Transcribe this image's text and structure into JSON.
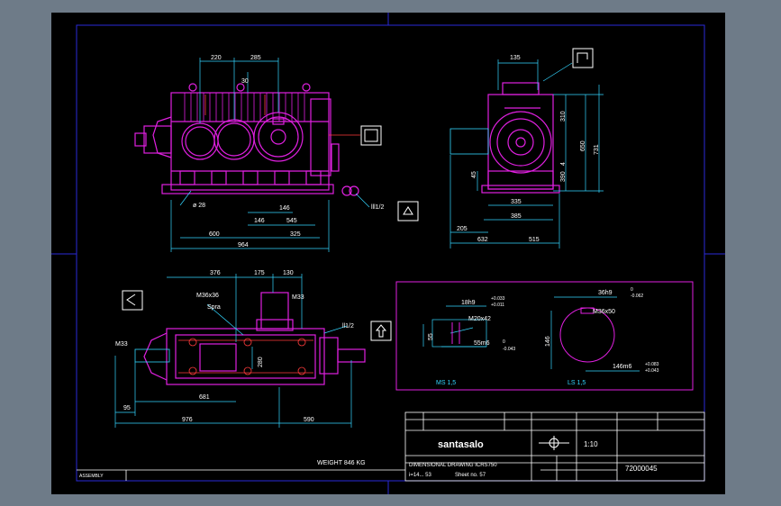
{
  "colors": {
    "background": "#6e7b88",
    "paper": "#000000",
    "frame": "#2a2ad8",
    "part": "#e020e0",
    "dim": "#33d6ff",
    "detail": "#ff3b3b",
    "symbol": "#ffffff",
    "title": "#ffffff"
  },
  "front_view": {
    "dims_top": [
      "220",
      "285",
      "30"
    ],
    "dia_label": "ø 28",
    "dims_bottom": [
      "146",
      "146",
      "545",
      "600",
      "325",
      "964"
    ],
    "side_label": "lll1/2"
  },
  "side_view": {
    "dim_top": "135",
    "dims_right": [
      "310",
      "650",
      "731",
      "390",
      "4"
    ],
    "dim_left": "45",
    "dims_bottom": [
      "335",
      "385",
      "205",
      "632",
      "515"
    ]
  },
  "top_view": {
    "dims_top": [
      "376",
      "175",
      "130"
    ],
    "labels": [
      "M36x36",
      "Spra",
      "M33",
      "ll1/2",
      "M33",
      "280"
    ],
    "dims_bottom": [
      "95",
      "681",
      "976",
      "590"
    ],
    "weight": "WEIGHT 846 KG"
  },
  "details": {
    "left": {
      "labels": [
        "18h9",
        "M20x42",
        "55m6",
        "55"
      ],
      "tol": [
        "+0.033",
        "+0.011",
        "0",
        "-0.043"
      ],
      "scale": "MS 1,5"
    },
    "right": {
      "labels": [
        "36h9",
        "M36x50",
        "146",
        "146m6"
      ],
      "tol": [
        "0",
        "-0.062",
        "+0.083",
        "+0.043"
      ],
      "scale": "LS 1,5"
    }
  },
  "title_block": {
    "company": "santasalo",
    "drawing_title": "DIMENSIONAL DRAWING ICRS750",
    "sub_info": [
      "i=14... 53",
      "Sheet no. 57"
    ],
    "scale": "1:10",
    "drawing_no": "72000045",
    "bottom_label": "ASSEMBLY"
  }
}
